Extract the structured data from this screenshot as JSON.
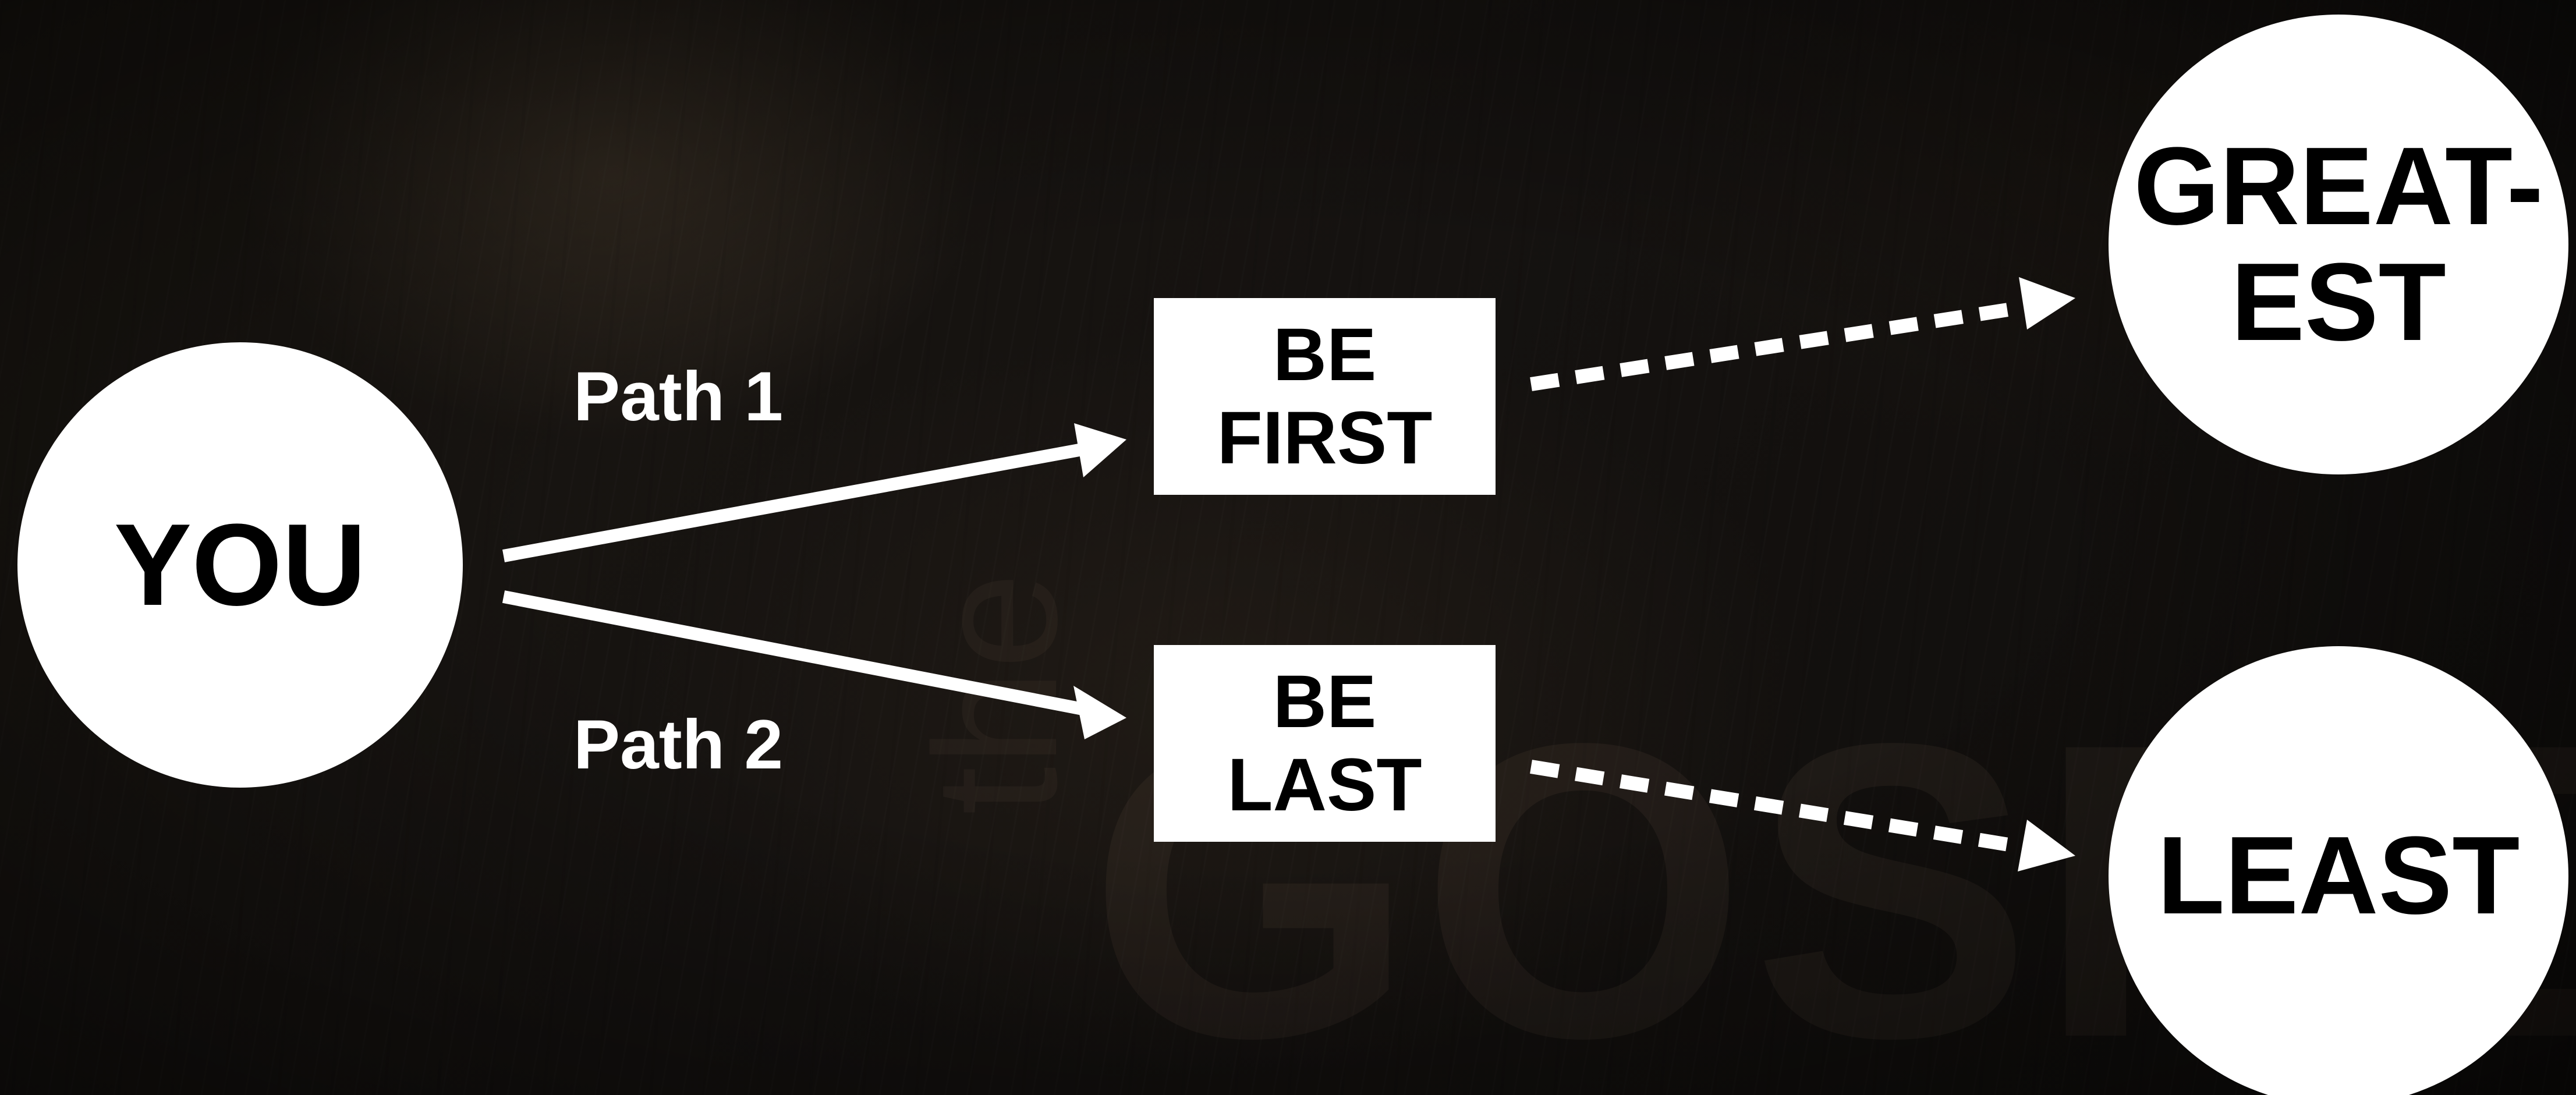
{
  "background_logo": {
    "the": "the",
    "word": "GOSPEL"
  },
  "nodes": {
    "you": "YOU",
    "be_first": {
      "line1": "BE",
      "line2": "FIRST"
    },
    "be_last": {
      "line1": "BE",
      "line2": "LAST"
    },
    "greatest": {
      "line1": "GREAT-",
      "line2": "EST"
    },
    "least": "LEAST"
  },
  "edges": {
    "path1": "Path 1",
    "path2": "Path 2"
  },
  "colors": {
    "node_fill": "#ffffff",
    "node_text": "#000000",
    "arrow": "#ffffff",
    "background": "#120f0b"
  }
}
